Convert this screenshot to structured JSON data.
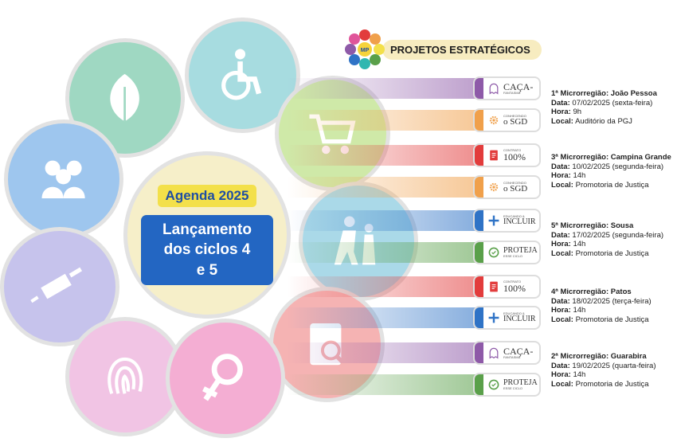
{
  "header": {
    "title": "PROJETOS ESTRATÉGICOS",
    "logo_text": "MP"
  },
  "center": {
    "agenda_label": "Agenda 2025",
    "launch_lines": [
      "Lançamento",
      "dos ciclos 4",
      "e 5"
    ]
  },
  "labels": {
    "data": "Data:",
    "hora": "Hora:",
    "local": "Local:"
  },
  "sessions": [
    {
      "title": "1ª Microrregião: João Pessoa",
      "data": " 07/02/2025 (sexta-feira)",
      "hora": " 9h",
      "local": " Auditório da PGJ"
    },
    {
      "title": "3ª Microrregião: Campina Grande",
      "data": " 10/02/2025 (segunda-feira)",
      "hora": " 14h",
      "local": " Promotoria de Justiça"
    },
    {
      "title": "5ª Microrregião: Sousa",
      "data": " 17/02/2025 (segunda-feira)",
      "hora": " 14h",
      "local": " Promotoria de Justiça"
    },
    {
      "title": "4ª  Microrregião: Patos",
      "data": " 18/02/2025 (terça-feira)",
      "hora": " 14h",
      "local": " Promotoria de Justiça"
    },
    {
      "title": "2ª Microrregião: Guarabira",
      "data": " 19/02/2025 (quarta-feira)",
      "hora": " 14h",
      "local": " Promotoria de Justiça"
    }
  ],
  "tags": {
    "caca": {
      "main": "CAÇA-",
      "small": "FANTASMA"
    },
    "sgd": {
      "small": "CONHECENDO",
      "main": "o SGD"
    },
    "cem": {
      "small": "CONTRATO",
      "main": "100%"
    },
    "incluir": {
      "small": "EDUCANDO &",
      "main": "INCLUIR"
    },
    "proteja": {
      "main": "PROTEJA",
      "small": "ESSE CICLO"
    }
  },
  "colors": {
    "purple": "#8e5aa8",
    "orange": "#f0a04b",
    "red": "#e23c3c",
    "blue": "#2f73c6",
    "green": "#5aa04a",
    "yellow_label": "#f3e04a",
    "launch_blue": "#2366c2"
  },
  "icons": [
    "leaf-icon",
    "wheelchair-icon",
    "cart-icon",
    "people-icon",
    "family-icon",
    "syringe-icon",
    "document-search-icon",
    "fingerprint-icon",
    "female-symbol-icon"
  ]
}
